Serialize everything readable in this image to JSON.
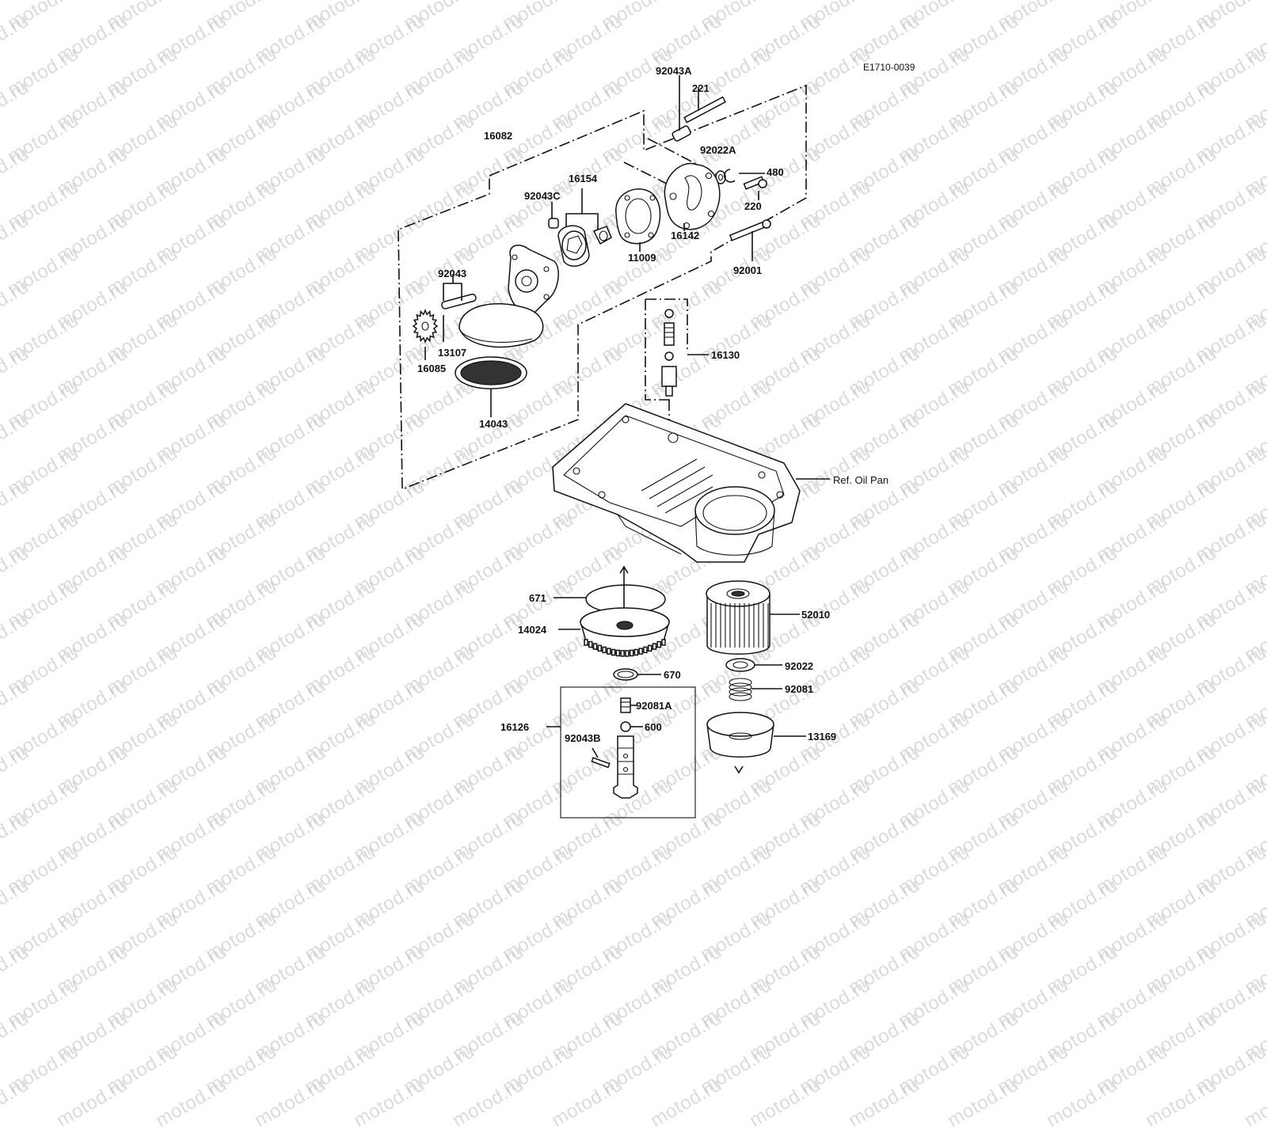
{
  "header": {
    "code": "E1710-0039"
  },
  "watermark": {
    "text": "motod.ru"
  },
  "labels": {
    "p92043A": "92043A",
    "p221": "221",
    "p16082": "16082",
    "p92022A": "92022A",
    "p480": "480",
    "p16154": "16154",
    "p92043C": "92043C",
    "p220": "220",
    "p16142": "16142",
    "p11009": "11009",
    "p92001": "92001",
    "p92043": "92043",
    "p13107": "13107",
    "p16085": "16085",
    "p16130": "16130",
    "p14043": "14043",
    "refOilPan": "Ref. Oil Pan",
    "p671": "671",
    "p14024": "14024",
    "p52010": "52010",
    "p670": "670",
    "p92022": "92022",
    "p92081": "92081",
    "p16126": "16126",
    "p92081A": "92081A",
    "p600": "600",
    "p92043B": "92043B",
    "p13169": "13169"
  }
}
